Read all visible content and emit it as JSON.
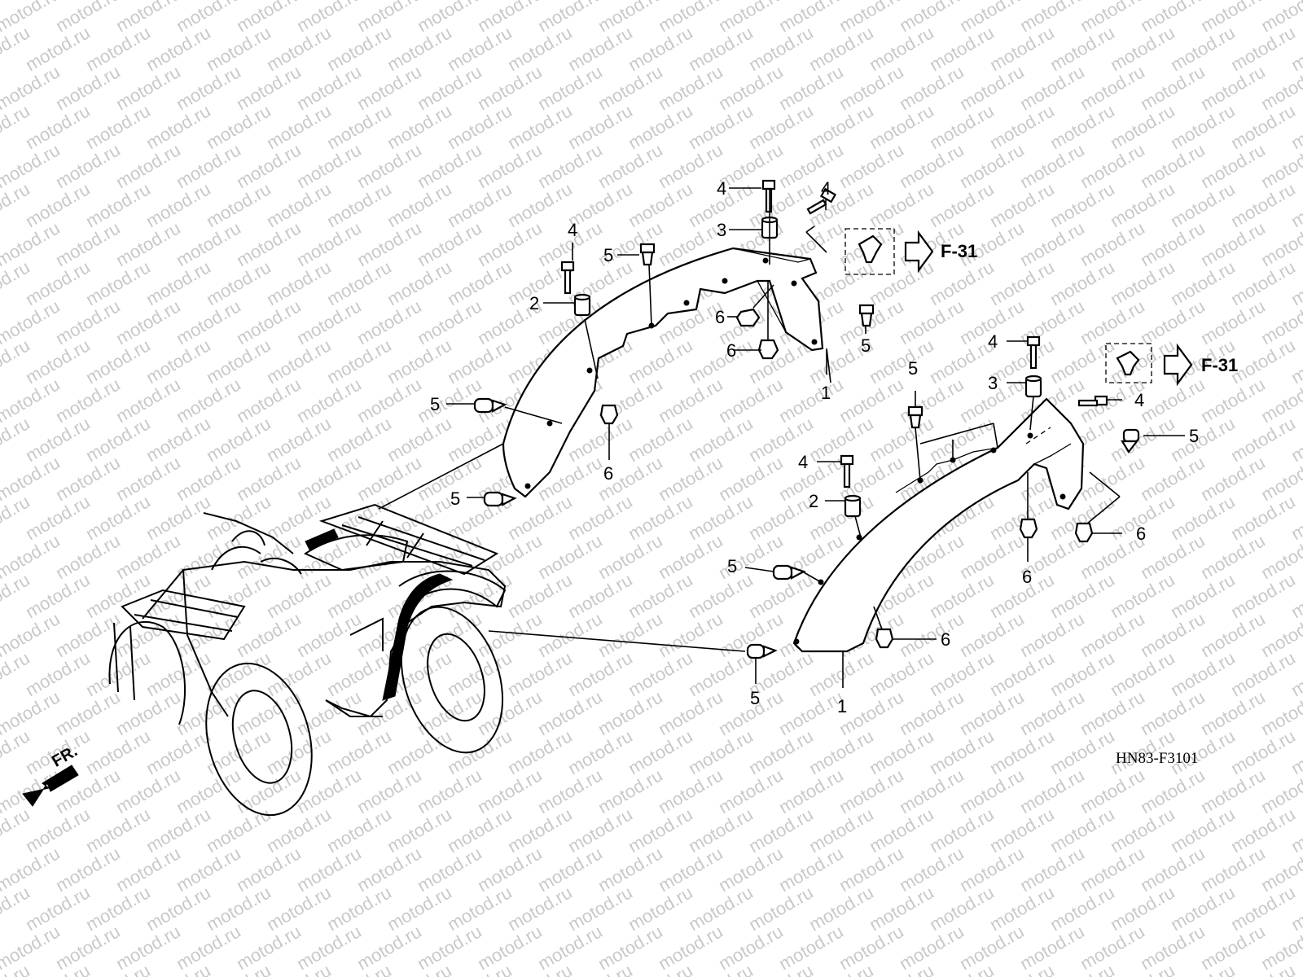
{
  "watermark": "motod.ru",
  "diagram_code": "HN83-F3101",
  "front_label": "FR.",
  "ref_label": "F-31",
  "callouts": [
    "1",
    "2",
    "3",
    "4",
    "5",
    "6"
  ],
  "icons": {
    "front_arrow": "arrow-down-left",
    "ref_arrow": "arrow-right-outline",
    "clip": "push-rivet-clip"
  }
}
